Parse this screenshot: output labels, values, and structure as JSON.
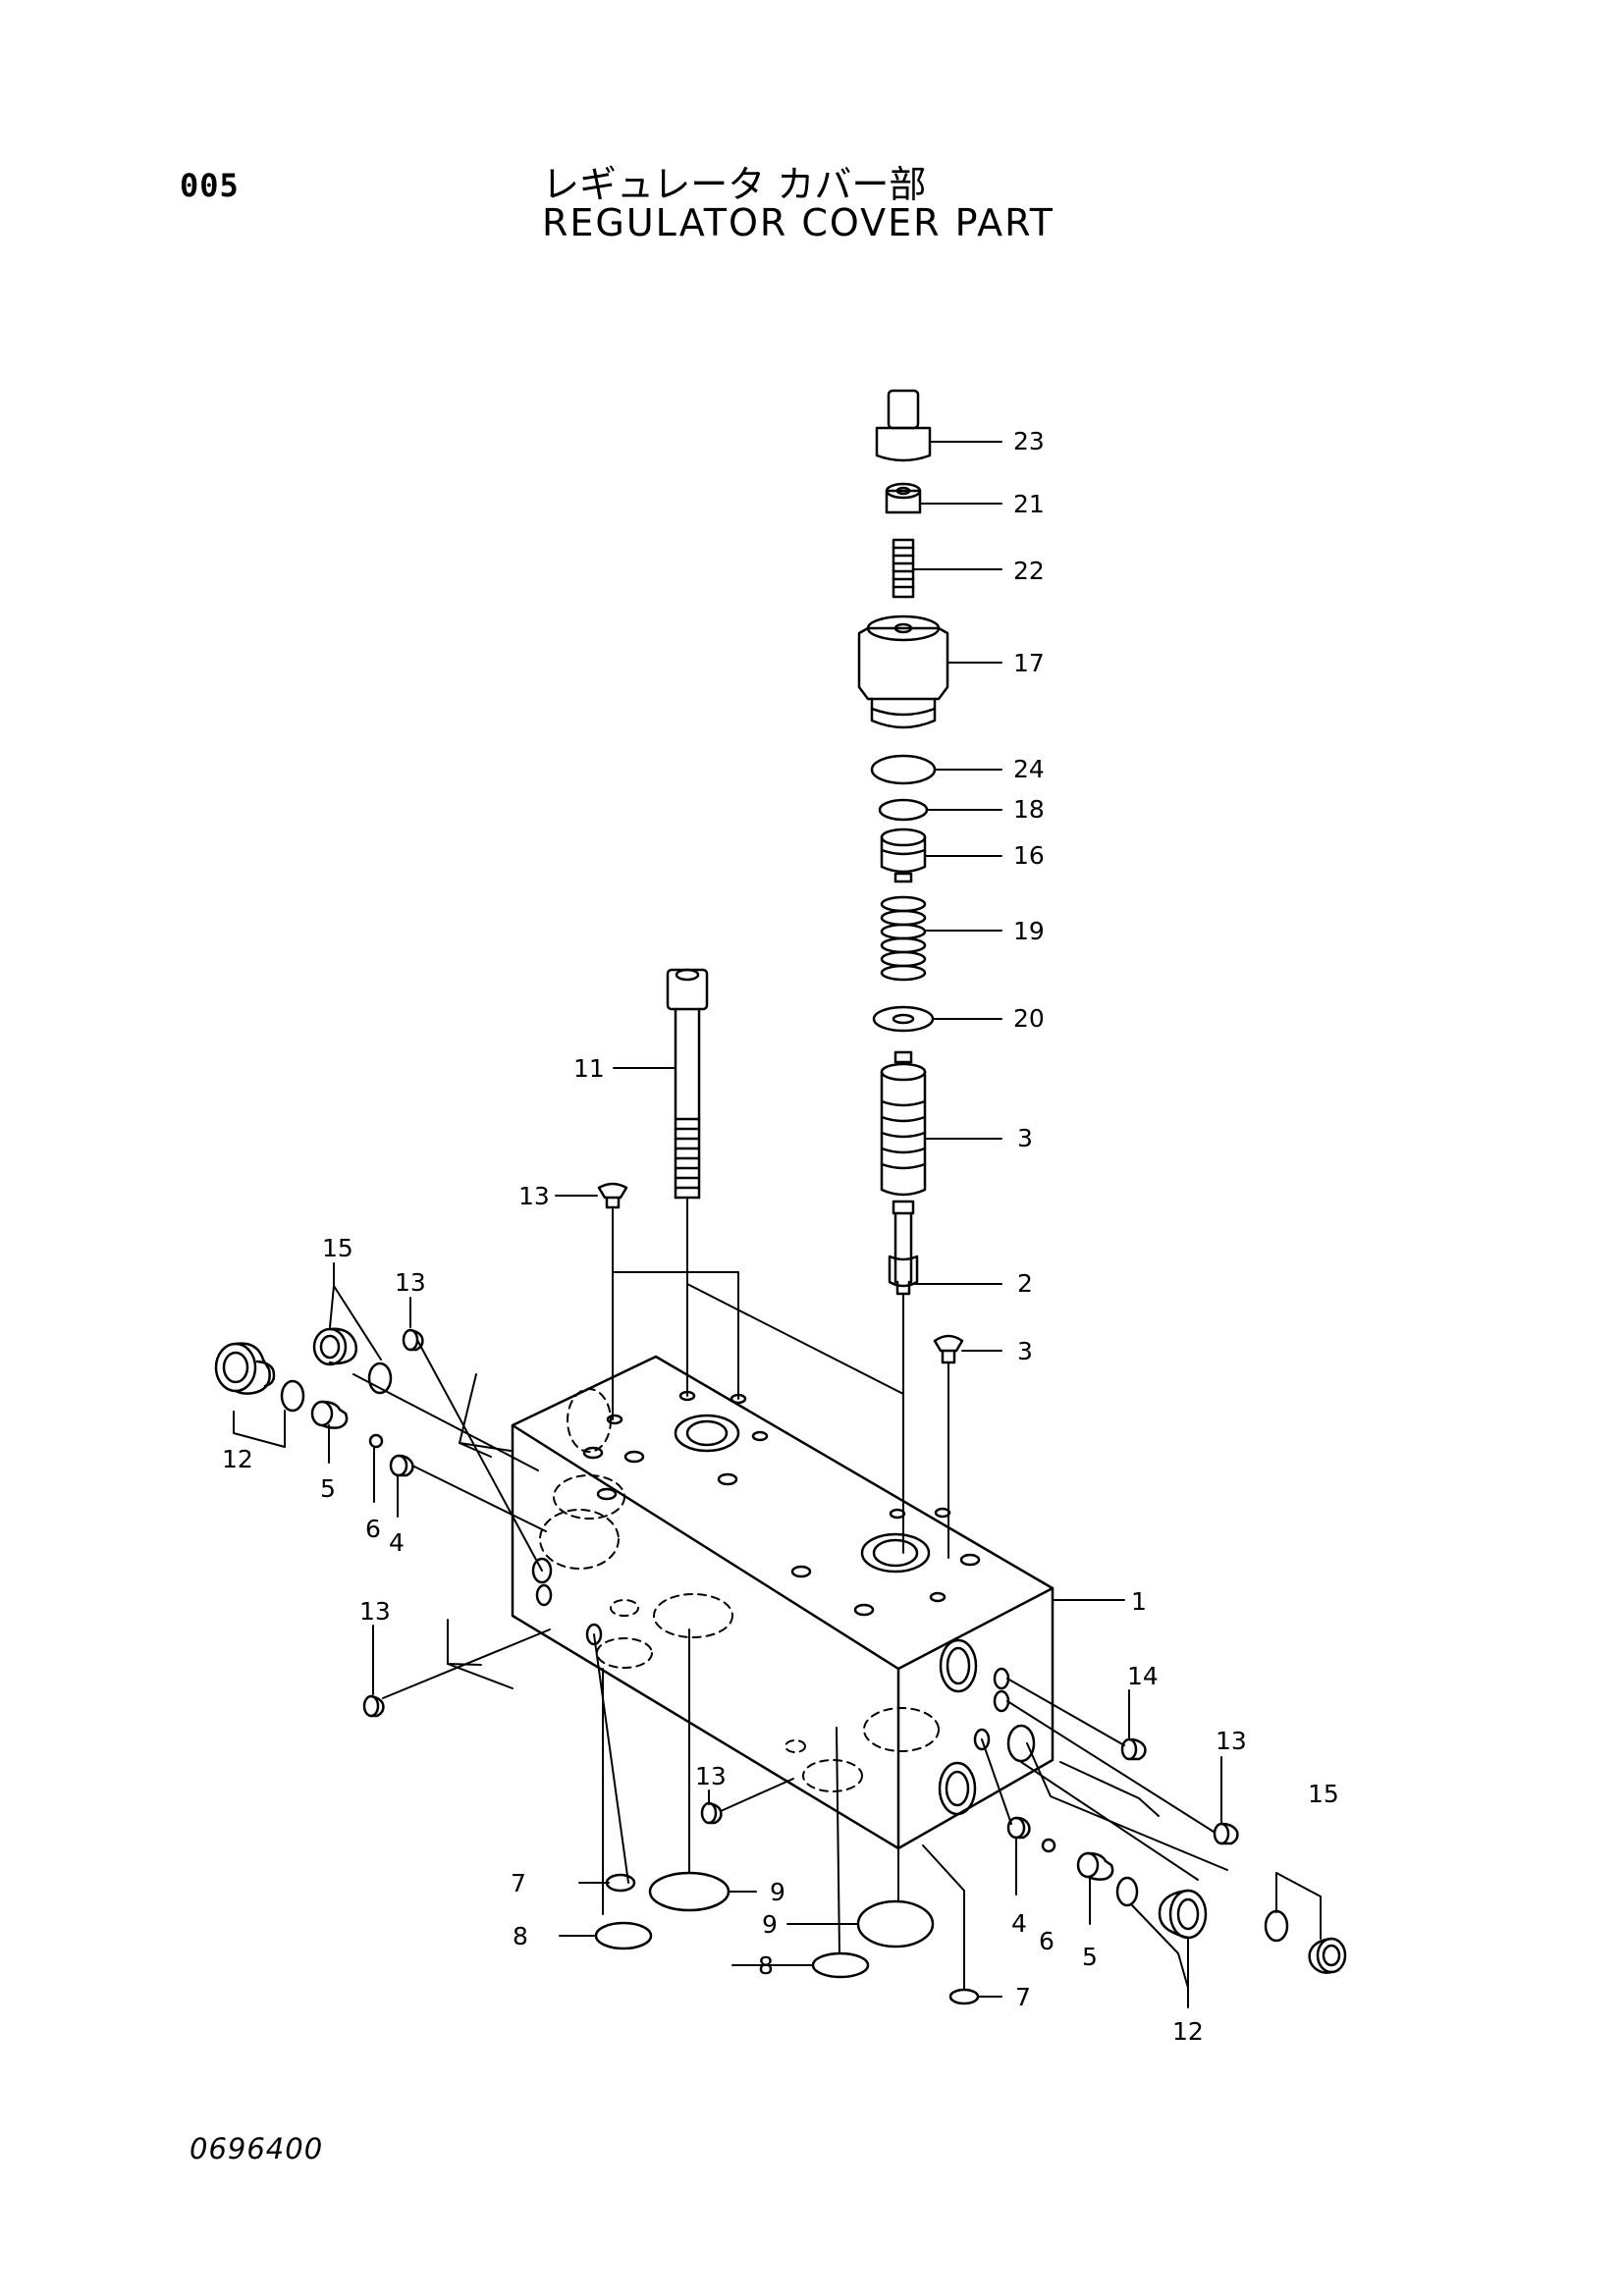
{
  "header": {
    "page_number": "005",
    "title_jp": "レギュレータ カバー部",
    "title_en": "REGULATOR COVER PART"
  },
  "footer": {
    "drawing_number": "0696400"
  },
  "callouts": [
    {
      "id": "c23a",
      "label": "23"
    },
    {
      "id": "c21",
      "label": "21"
    },
    {
      "id": "c22",
      "label": "22"
    },
    {
      "id": "c17",
      "label": "17"
    },
    {
      "id": "c24",
      "label": "24"
    },
    {
      "id": "c18",
      "label": "18"
    },
    {
      "id": "c16",
      "label": "16"
    },
    {
      "id": "c19",
      "label": "19"
    },
    {
      "id": "c20",
      "label": "20"
    },
    {
      "id": "c3a",
      "label": "3"
    },
    {
      "id": "c2",
      "label": "2"
    },
    {
      "id": "c3b",
      "label": "3"
    },
    {
      "id": "c11",
      "label": "11"
    },
    {
      "id": "c13a",
      "label": "13"
    },
    {
      "id": "c15a",
      "label": "15"
    },
    {
      "id": "c13b",
      "label": "13"
    },
    {
      "id": "c12a",
      "label": "12"
    },
    {
      "id": "c5a",
      "label": "5"
    },
    {
      "id": "c6a",
      "label": "6"
    },
    {
      "id": "c4a",
      "label": "4"
    },
    {
      "id": "c1",
      "label": "1"
    },
    {
      "id": "c13c",
      "label": "13"
    },
    {
      "id": "c14",
      "label": "14"
    },
    {
      "id": "c13d",
      "label": "13"
    },
    {
      "id": "c15b",
      "label": "15"
    },
    {
      "id": "c13e",
      "label": "13"
    },
    {
      "id": "c7a",
      "label": "7"
    },
    {
      "id": "c9a",
      "label": "9"
    },
    {
      "id": "c8a",
      "label": "8"
    },
    {
      "id": "c9b",
      "label": "9"
    },
    {
      "id": "c8b",
      "label": "8"
    },
    {
      "id": "c4b",
      "label": "4"
    },
    {
      "id": "c6b",
      "label": "6"
    },
    {
      "id": "c5b",
      "label": "5"
    },
    {
      "id": "c12b",
      "label": "12"
    },
    {
      "id": "c7b",
      "label": "7"
    }
  ]
}
